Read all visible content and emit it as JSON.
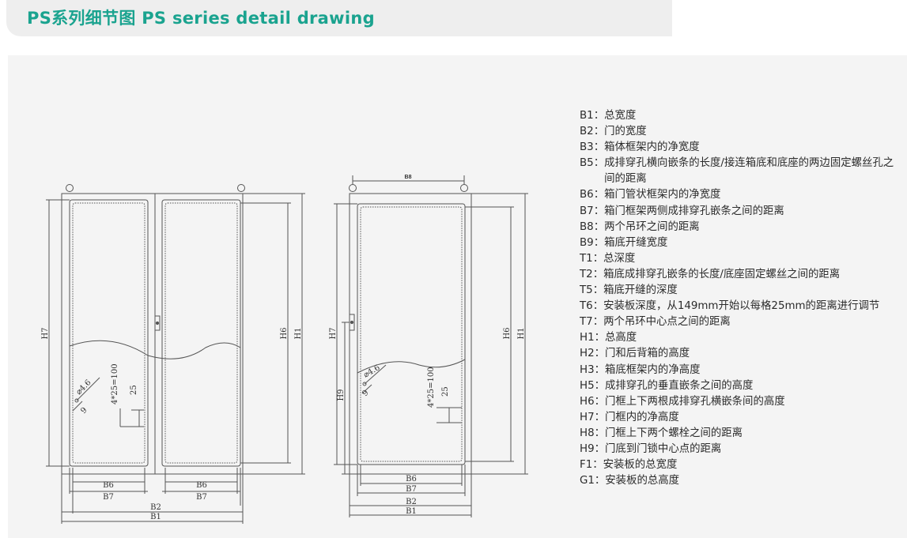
{
  "header": {
    "title": "PS系列细节图 PS series detail drawing"
  },
  "drawing": {
    "front_labels": {
      "b6_left": "B6",
      "b7_left": "B7",
      "b6_right": "B6",
      "b7_right": "B7",
      "b2": "B2",
      "b1": "B1",
      "h7": "H7",
      "h6": "H6",
      "h1": "H1",
      "diameter": "⌀4.6",
      "pitch_a": "4*25=100",
      "pitch_b": "25",
      "nine": "9"
    },
    "side_labels": {
      "b8": "B8",
      "b6": "B6",
      "b7": "B7",
      "b2": "B2",
      "b1": "B1",
      "h7": "H7",
      "h9": "H9",
      "h6": "H6",
      "h1": "H1",
      "diameter": "⌀4.6",
      "pitch_a": "4*25=100",
      "pitch_b": "25",
      "nine": "9"
    }
  },
  "legend": [
    {
      "code": "B1：",
      "text": "总宽度"
    },
    {
      "code": "B2：",
      "text": "门的宽度"
    },
    {
      "code": "B3：",
      "text": "箱体框架内的净宽度"
    },
    {
      "code": "B5：",
      "text": "成排穿孔横向嵌条的长度/接连箱底和底座的两边固定螺丝孔之间的距离"
    },
    {
      "code": "B6：",
      "text": "箱门管状框架内的净宽度"
    },
    {
      "code": "B7：",
      "text": "箱门框架两侧成排穿孔嵌条之间的距离"
    },
    {
      "code": "B8：",
      "text": "两个吊环之间的距离"
    },
    {
      "code": "B9：",
      "text": "箱底开缝宽度"
    },
    {
      "code": "T1：",
      "text": "总深度"
    },
    {
      "code": "T2：",
      "text": "箱底成排穿孔嵌条的长度/底座固定螺丝之间的距离"
    },
    {
      "code": "T5：",
      "text": "箱底开缝的深度"
    },
    {
      "code": "T6：",
      "text": "安装板深度，从149mm开始以每格25mm的距离进行调节"
    },
    {
      "code": "T7：",
      "text": "两个吊环中心点之间的距离"
    },
    {
      "code": "H1：",
      "text": "总高度"
    },
    {
      "code": "H2：",
      "text": "门和后背箱的高度"
    },
    {
      "code": "H3：",
      "text": "箱底框架内的净高度"
    },
    {
      "code": "H5：",
      "text": "成排穿孔的垂直嵌条之间的高度"
    },
    {
      "code": "H6：",
      "text": "门框上下两根成排穿孔横嵌条间的高度"
    },
    {
      "code": "H7：",
      "text": "门框内的净高度"
    },
    {
      "code": "H8：",
      "text": "门框上下两个螺栓之间的距离"
    },
    {
      "code": "H9：",
      "text": "门底到门锁中心点的距离"
    },
    {
      "code": "F1：",
      "text": "安装板的总宽度"
    },
    {
      "code": "G1：",
      "text": "安装板的总高度"
    }
  ]
}
